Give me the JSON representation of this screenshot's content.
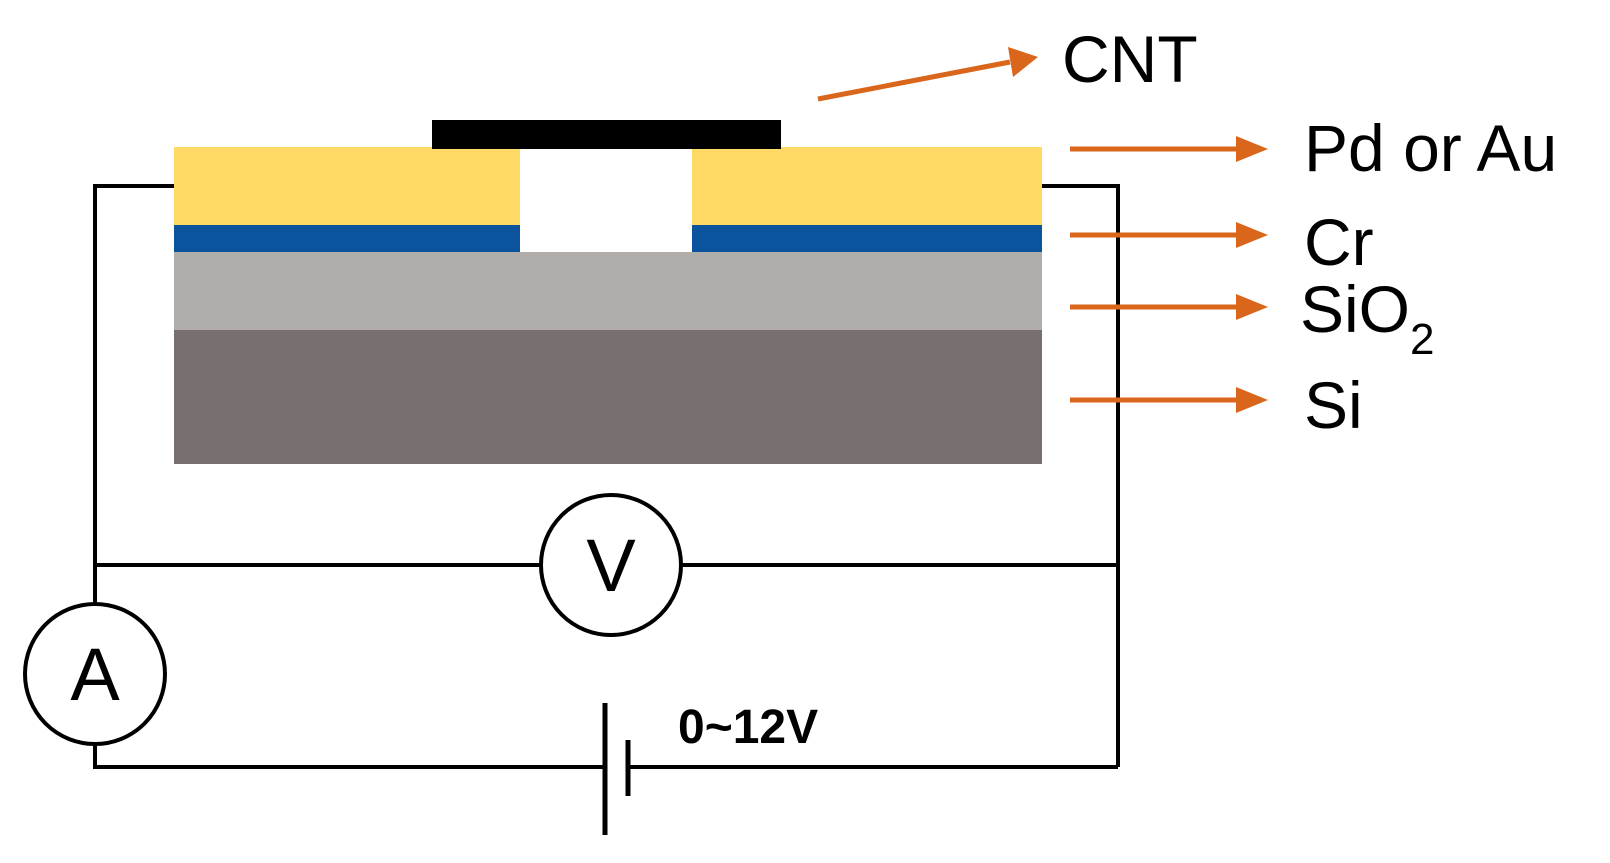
{
  "labels": {
    "cnt": "CNT",
    "electrode": "Pd or Au",
    "adhesion": "Cr",
    "oxide_base": "SiO",
    "oxide_subscript": "2",
    "substrate": "Si"
  },
  "meters": {
    "voltmeter": "V",
    "ammeter": "A"
  },
  "source": {
    "voltage_range": "0~12V"
  },
  "colors": {
    "cnt": "#000000",
    "electrode": "#ffd966",
    "adhesion": "#0b539d",
    "oxide": "#b1adab",
    "substrate": "#787070",
    "arrow": "#d9661b",
    "wire": "#000000"
  }
}
